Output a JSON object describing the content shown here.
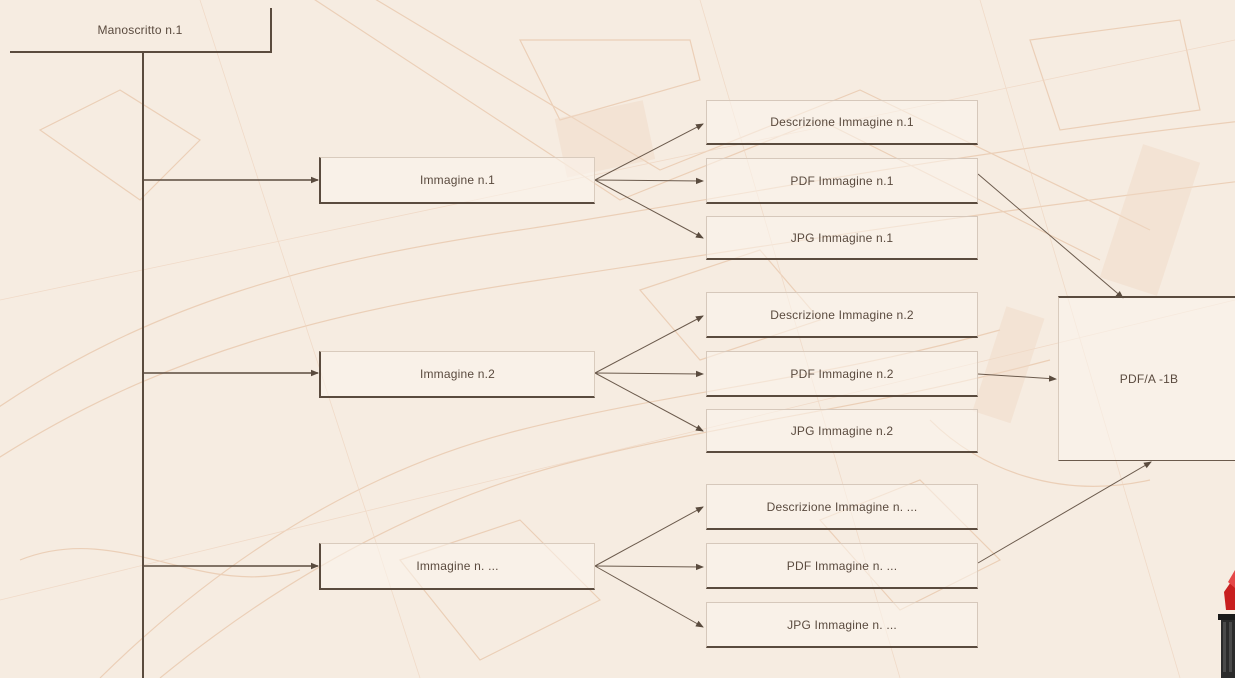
{
  "diagram": {
    "root": {
      "label": "Manoscritto n.1"
    },
    "images": [
      {
        "label": "Immagine n.1",
        "files": [
          {
            "kind": "description",
            "label": "Descrizione Immagine n.1"
          },
          {
            "kind": "pdf",
            "label": "PDF Immagine n.1"
          },
          {
            "kind": "jpg",
            "label": "JPG Immagine n.1"
          }
        ]
      },
      {
        "label": "Immagine n.2",
        "files": [
          {
            "kind": "description",
            "label": "Descrizione Immagine n.2"
          },
          {
            "kind": "pdf",
            "label": "PDF Immagine n.2"
          },
          {
            "kind": "jpg",
            "label": "JPG Immagine n.2"
          }
        ]
      },
      {
        "label": "Immagine n. ...",
        "files": [
          {
            "kind": "description",
            "label": "Descrizione Immagine n. ..."
          },
          {
            "kind": "pdf",
            "label": "PDF Immagine n. ..."
          },
          {
            "kind": "jpg",
            "label": "JPG Immagine n. ..."
          }
        ]
      }
    ],
    "output": {
      "label": "PDF/A -1B"
    }
  },
  "colors": {
    "background": "#f6ece1",
    "map_lines": "#e7c2a4",
    "connector": "#5a4b3e",
    "text": "#5a4a3e"
  }
}
